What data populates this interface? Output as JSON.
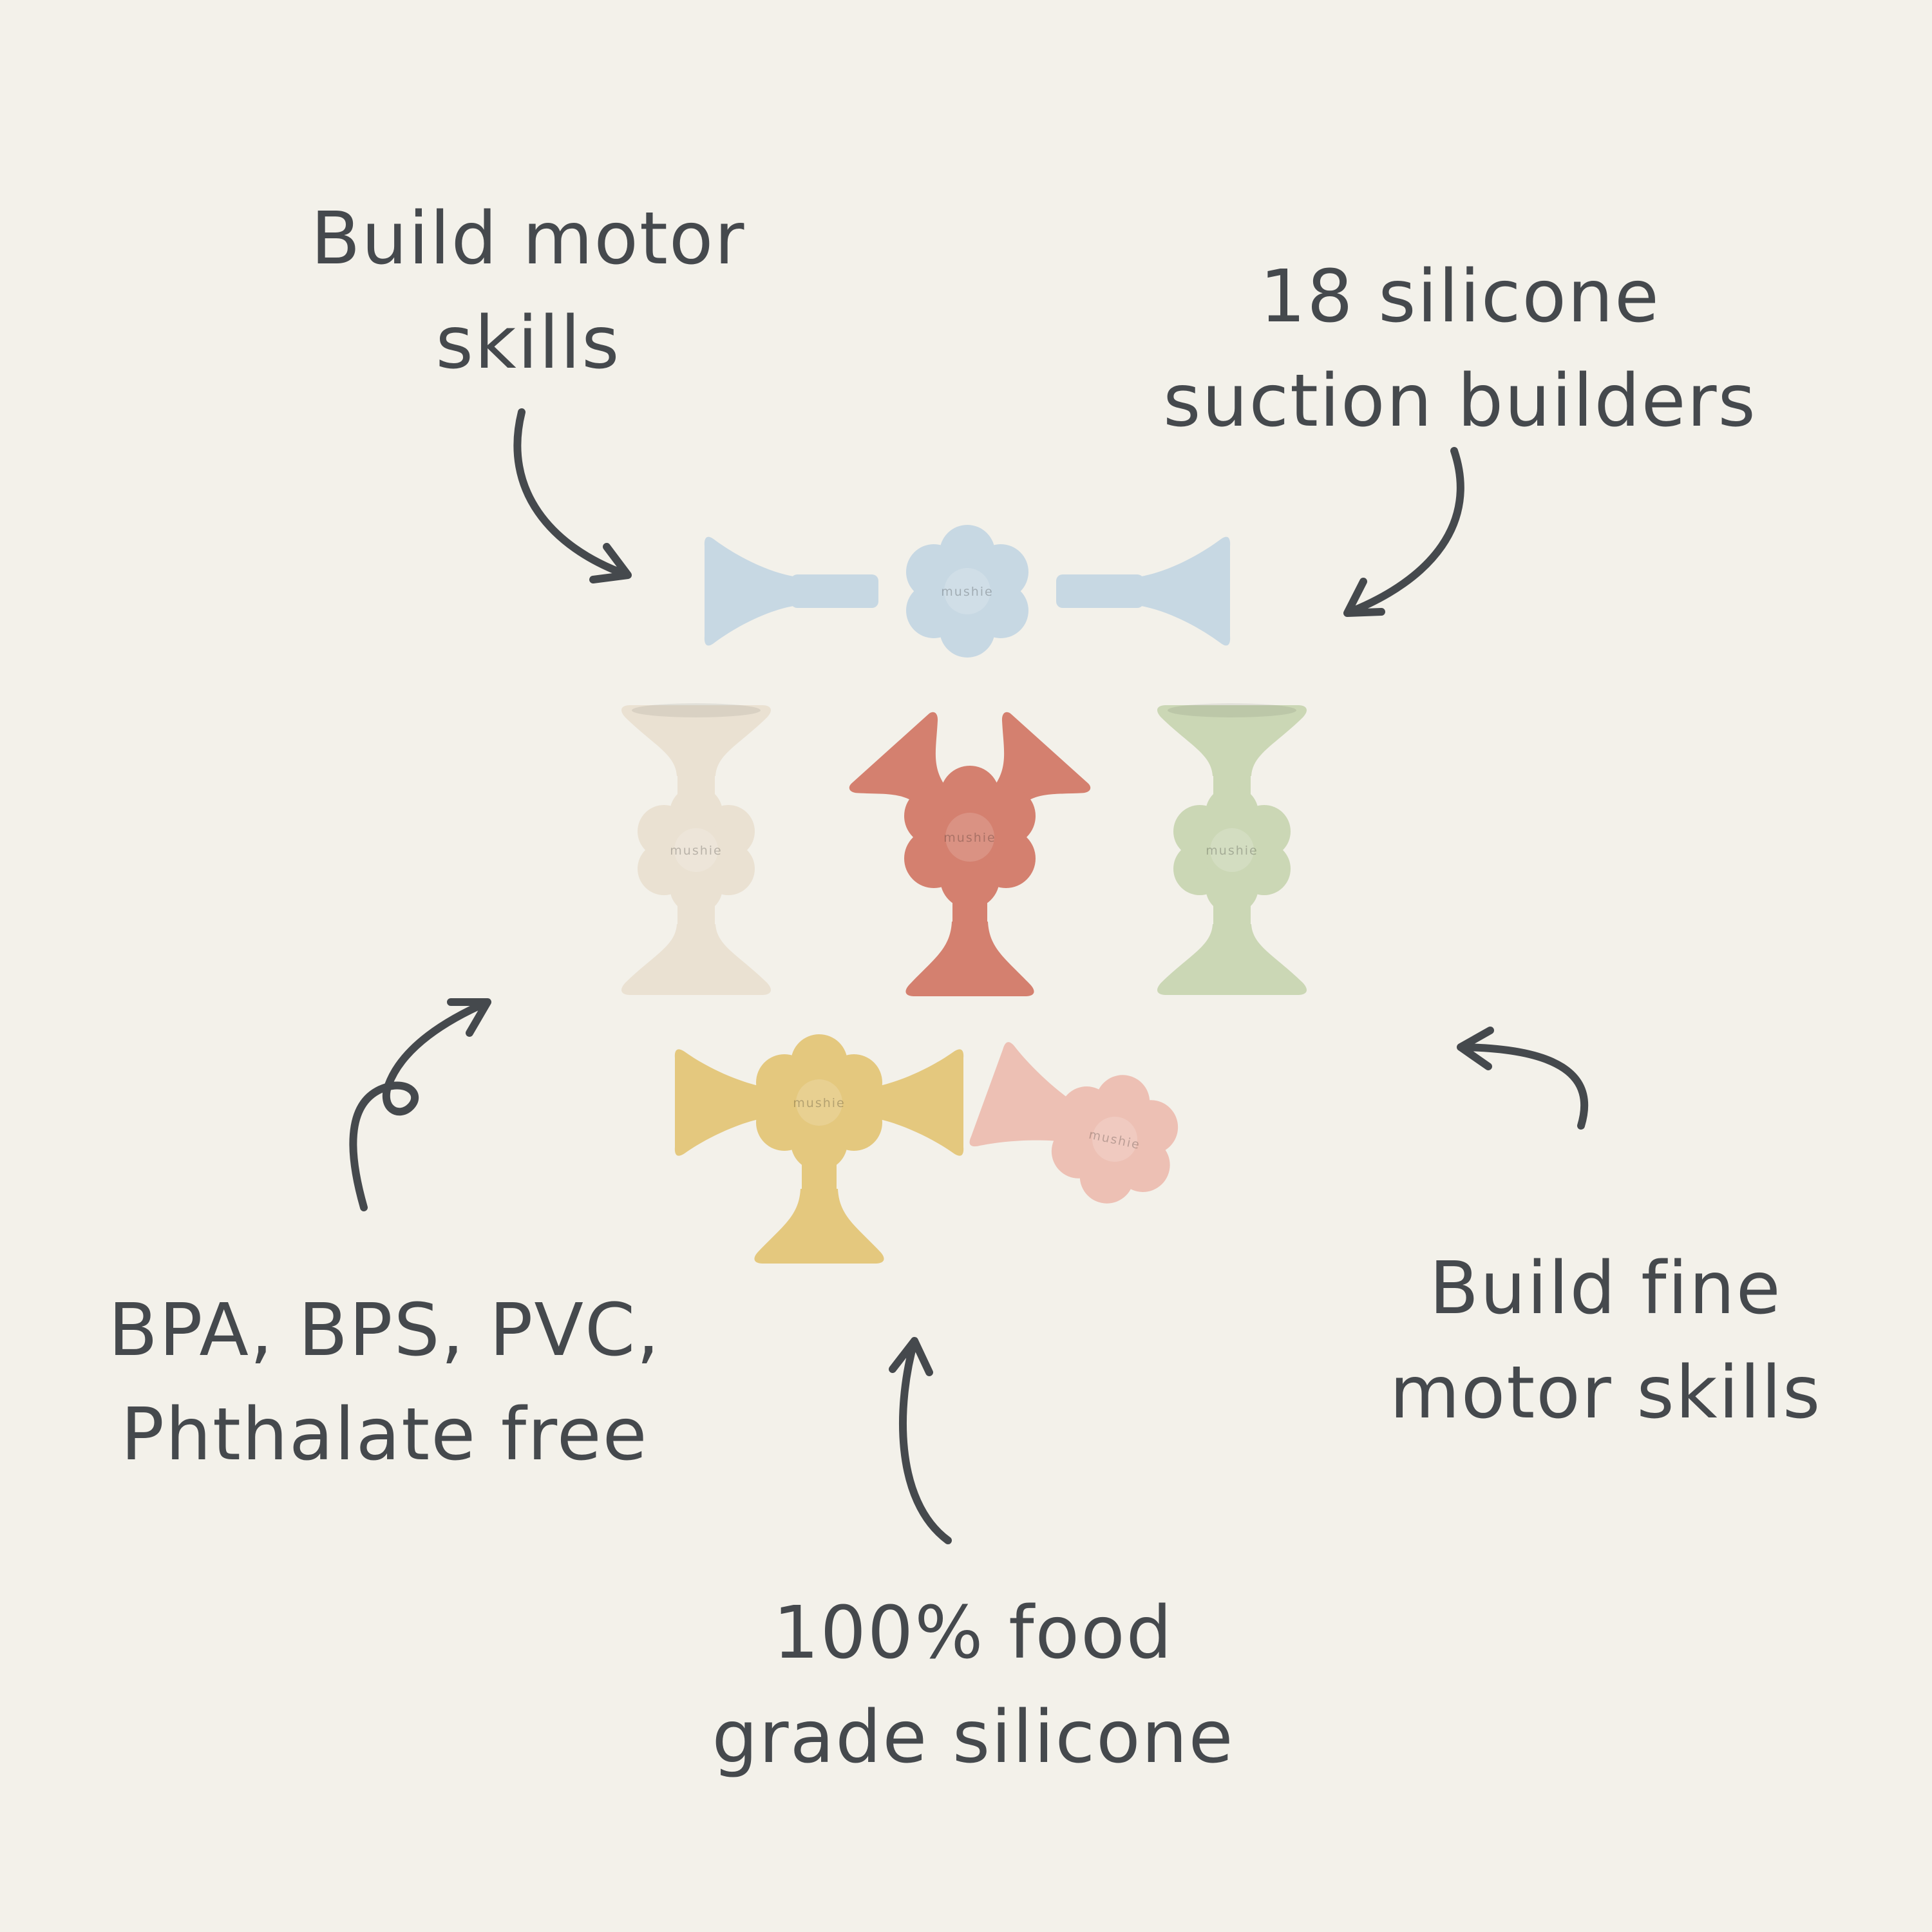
{
  "colors": {
    "background": "#f3f1ea",
    "ink": "#45494d",
    "toy_blue": "#c7d8e3",
    "toy_cream": "#eae1d2",
    "toy_terracotta": "#d4806f",
    "toy_sage": "#cbd7b5",
    "toy_yellow": "#e4c87e",
    "toy_pink": "#edc0b4"
  },
  "brand": "mushie",
  "annotations": {
    "build_motor": {
      "line1": "Build motor",
      "line2": "skills"
    },
    "suction_builders": {
      "line1": "18 silicone",
      "line2": "suction builders"
    },
    "bpa_free": {
      "line1": "BPA, BPS, PVC,",
      "line2": "Phthalate free"
    },
    "fine_motor": {
      "line1": "Build fine",
      "line2": "motor skills"
    },
    "food_grade": {
      "line1": "100% food",
      "line2": "grade silicone"
    }
  }
}
